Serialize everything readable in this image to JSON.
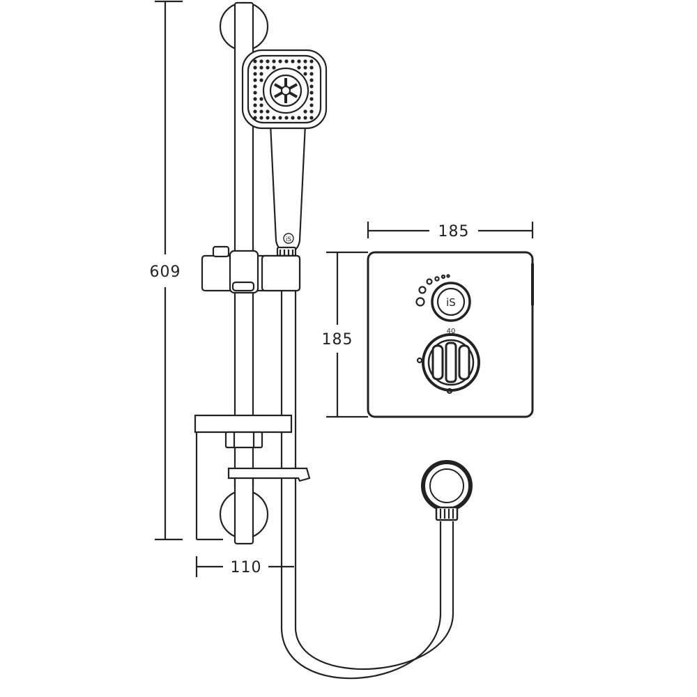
{
  "dimensions": {
    "overall_height": "609",
    "plate_width": "185",
    "plate_height": "185",
    "rail_depth": "110"
  },
  "control_plate": {
    "temperature_marking": "40"
  },
  "icons": {
    "brand_logo": "ideal-standard-logo-icon"
  }
}
